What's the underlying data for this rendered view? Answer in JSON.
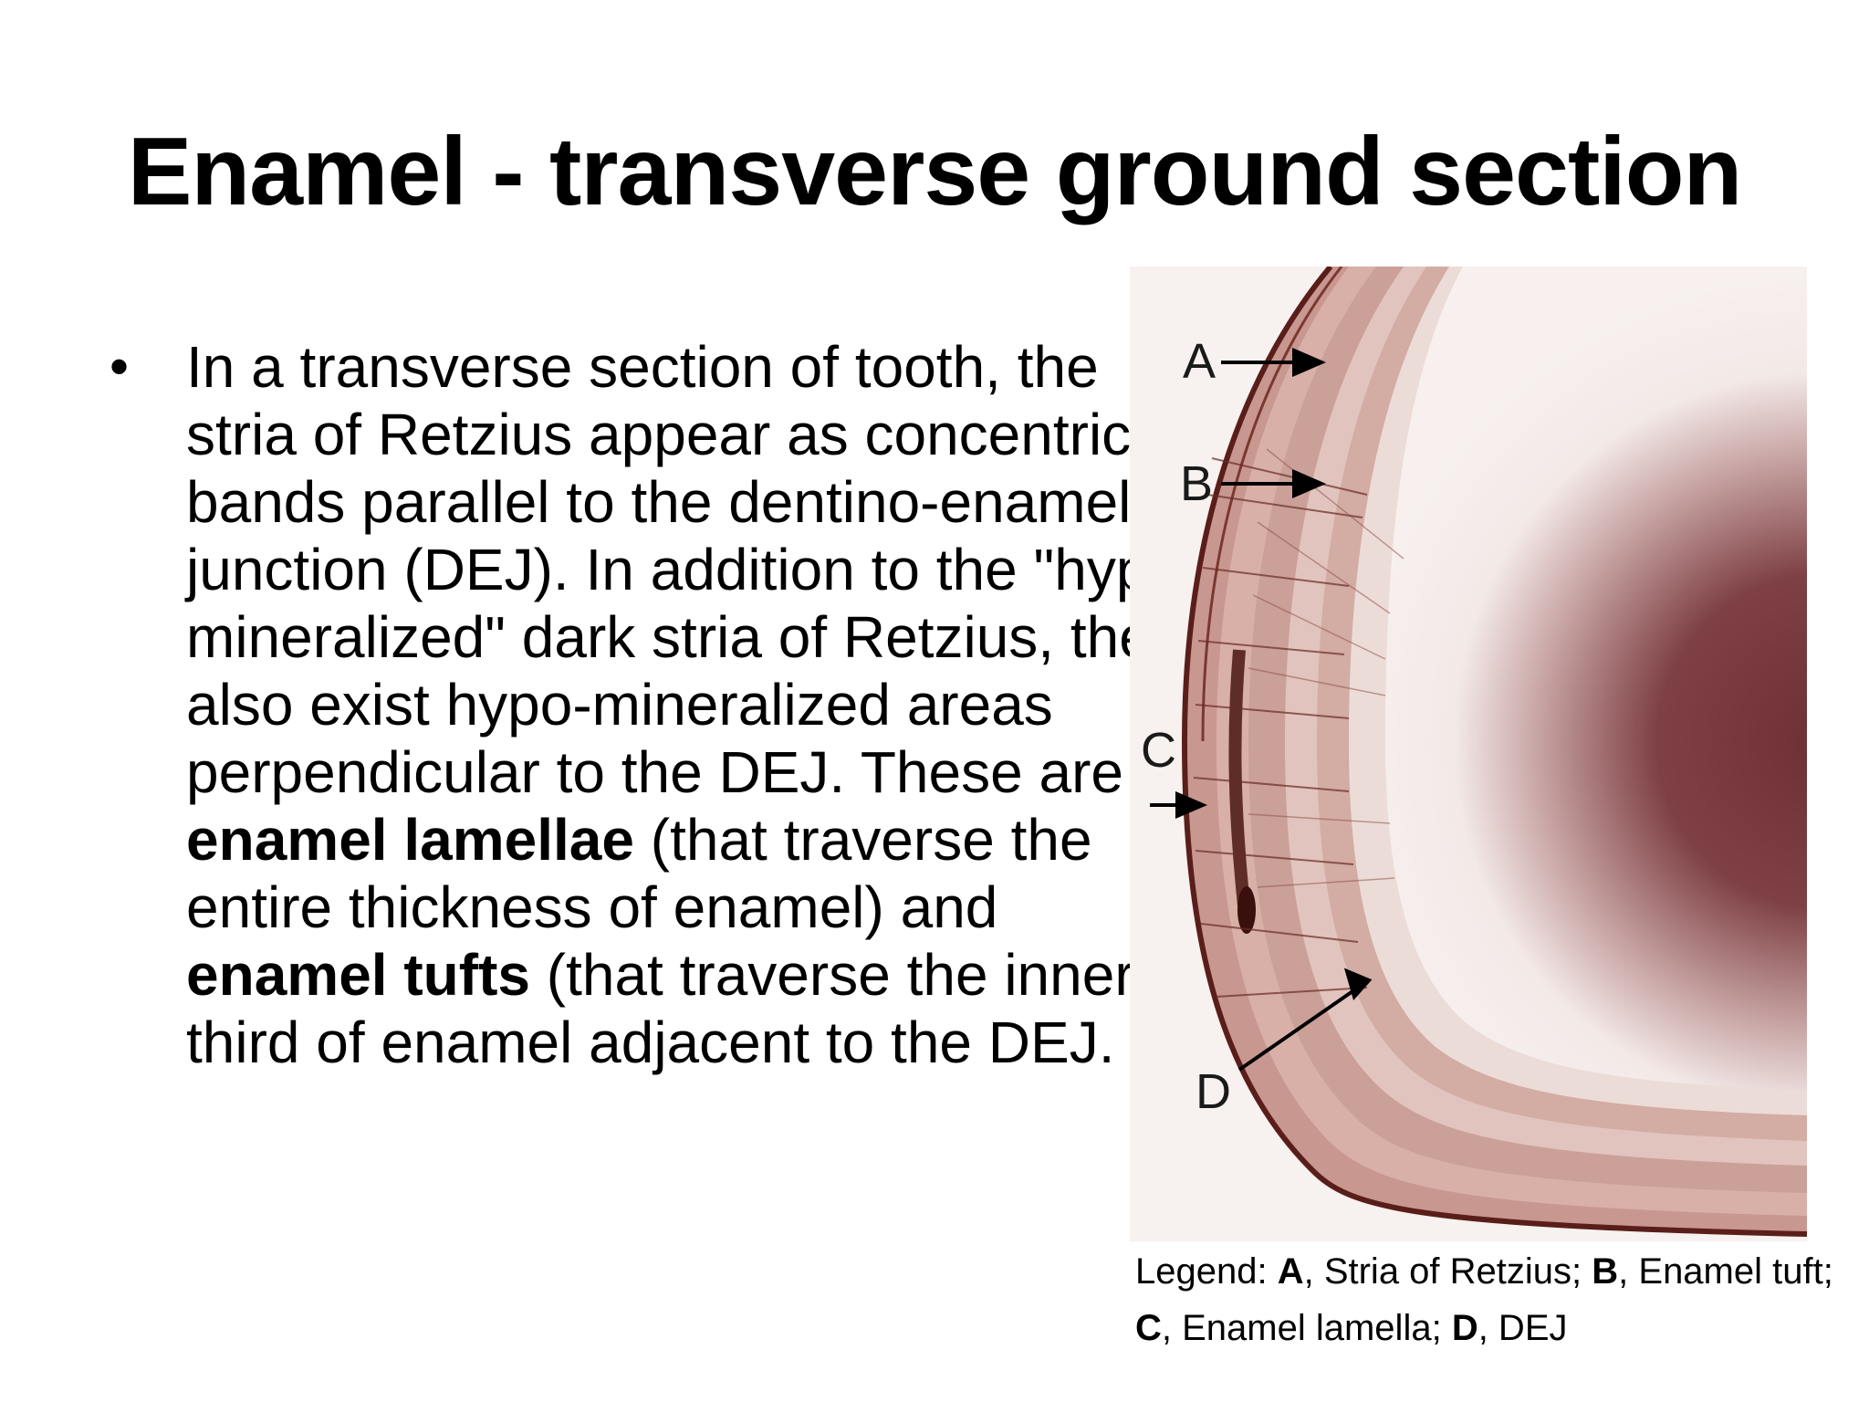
{
  "slide": {
    "title": "Enamel - transverse ground section",
    "bullet": {
      "marker": "•",
      "part1": "In a transverse section of tooth, the stria of Retzius appear as concentric bands parallel to the dentino-enamel junction (DEJ). In addition to the \"hypo-mineralized\" dark stria of Retzius, there also exist hypo-mineralized areas perpendicular to the DEJ. These are ",
      "bold1": "enamel lamellae",
      "part2": " (that traverse the entire thickness of enamel) and ",
      "bold2": "enamel tufts",
      "part3": " (that traverse the inner third of enamel adjacent to the DEJ."
    },
    "figure": {
      "labels": {
        "a": "A",
        "b": "B",
        "c": "C",
        "d": "D"
      }
    },
    "legend": {
      "prefix": "Legend: ",
      "a_key": "A",
      "a_text": ", Stria of Retzius; ",
      "b_key": "B",
      "b_text": ", Enamel tuft; ",
      "c_key": "C",
      "c_text": ", Enamel lamella; ",
      "d_key": "D",
      "d_text": ", DEJ"
    },
    "colors": {
      "stain_dark": "#5a1e1a",
      "stain_mid": "#9a5a52",
      "stain_light": "#e9d6d2",
      "core": "#7e3f42"
    }
  }
}
